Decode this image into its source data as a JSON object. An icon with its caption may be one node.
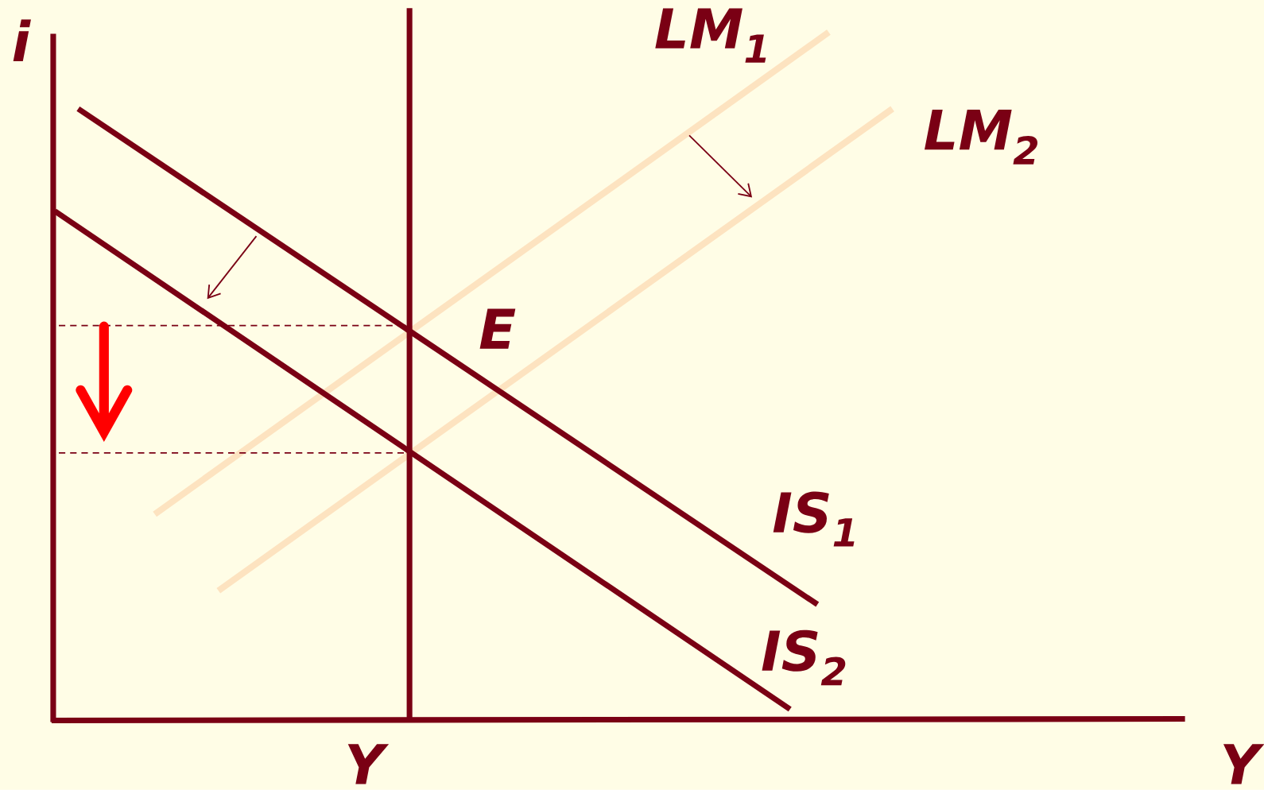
{
  "diagram": {
    "labels": [
      "i",
      "LM$_{1}$",
      "LM$_{2}$",
      "E",
      "IS$_{1}$",
      "IS$_{2}$",
      "Y",
      "Y"
    ]
  }
}
